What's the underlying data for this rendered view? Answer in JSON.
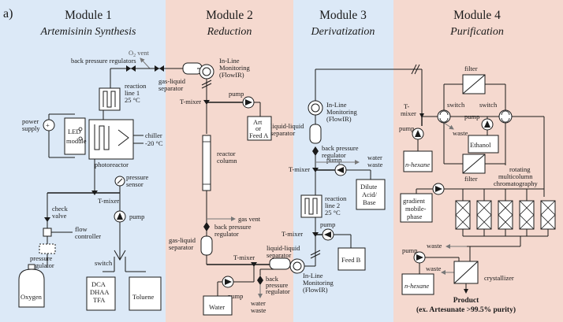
{
  "panel_label": "a)",
  "modules": [
    {
      "title": "Module 1",
      "subtitle": "Artemisinin Synthesis",
      "color": "#dce9f7"
    },
    {
      "title": "Module 2",
      "subtitle": "Reduction",
      "color": "#f5d9cf"
    },
    {
      "title": "Module 3",
      "subtitle": "Derivatization",
      "color": "#dce9f7"
    },
    {
      "title": "Module 4",
      "subtitle": "Purification",
      "color": "#f5d9cf"
    }
  ],
  "module1": {
    "o2_vent": "O",
    "o2_vent_sub": "2",
    "o2_vent_rest": " vent",
    "back_pressure_regulators": "back pressure regulators",
    "reaction_line_1": [
      "reaction",
      "line 1",
      "25 °C"
    ],
    "power_supply": [
      "power",
      "supply"
    ],
    "led_module": [
      "LED",
      "module"
    ],
    "chiller": [
      "chiller",
      "-20 °C"
    ],
    "photoreactor": "photoreactor",
    "pressure_sensor": [
      "pressure",
      "sensor"
    ],
    "t_mixer": "T-mixer",
    "check_valve": [
      "check",
      "valve"
    ],
    "flow_controller": [
      "flow",
      "controller"
    ],
    "pump": "pump",
    "pressure_regulator": [
      "pressure",
      "regulator"
    ],
    "switch": "switch",
    "oxygen": "Oxygen",
    "reagents": [
      "DCA",
      "DHAA",
      "TFA"
    ],
    "toluene": "Toluene"
  },
  "module2": {
    "gas_liquid_separator_top": [
      "gas-liquid",
      "separator"
    ],
    "inline_monitoring_top": [
      "In-Line",
      "Monitoring",
      "(FlowIR)"
    ],
    "t_mixer": "T-mixer",
    "pump": "pump",
    "art_feed": [
      "Art",
      "or",
      "Feed A"
    ],
    "reactor_column": [
      "reactor",
      "column"
    ],
    "gas_vent": "gas vent",
    "back_pressure_regulator": [
      "back pressure",
      "regulator"
    ],
    "gas_liquid_separator_bottom": [
      "gas-liquid",
      "separator"
    ],
    "t_mixer_bottom": "T-mixer",
    "pump_bottom": "pump",
    "water": "Water",
    "back_pressure_regulator_bottom": [
      "back",
      "pressure",
      "regulator"
    ],
    "water_waste": [
      "water",
      "waste"
    ],
    "liquid_liquid_separator": [
      "liquid-liquid",
      "separator"
    ]
  },
  "module3": {
    "inline_monitoring_bottom": [
      "In-Line",
      "Monitoring",
      "(FlowIR)"
    ],
    "inline_monitoring_top": [
      "In-Line",
      "Monitoring",
      "(FlowIR)"
    ],
    "liquid_liquid_separator": [
      "liquid-liquid",
      "separator"
    ],
    "back_pressure_regulator": [
      "back pressure",
      "regulator"
    ],
    "water_waste": [
      "water",
      "waste"
    ],
    "t_mixer_1": "T-mixer",
    "pump_1": "pump",
    "dilute_acid": [
      "Dilute",
      "Acid/",
      "Base"
    ],
    "reaction_line_2": [
      "reaction",
      "line 2",
      "25 °C"
    ],
    "t_mixer_2": "T-mixer",
    "pump_2": "pump",
    "feed_b": "Feed B"
  },
  "module4": {
    "filter_top": "filter",
    "t_mixer": [
      "T-",
      "mixer"
    ],
    "switch_left": "switch",
    "switch_right": "switch",
    "pump_left": "pump",
    "waste": "waste",
    "pump_ethanol": "pump",
    "ethanol": "Ethanol",
    "n_hexane_top": "n-hexane",
    "filter_bottom": "filter",
    "rotating_chromatography": [
      "rotating",
      "multicolumn",
      "chromatography"
    ],
    "gradient_mobile_phase": [
      "gradient",
      "mobile-",
      "phase"
    ],
    "waste_right": "waste",
    "pump_bottom": "pump",
    "waste_bottom": "waste",
    "n_hexane_bottom": "n-hexane",
    "crystallizer": "crystallizer",
    "product": "Product",
    "product_purity": "(ex. Artesunate >99.5% purity)"
  }
}
